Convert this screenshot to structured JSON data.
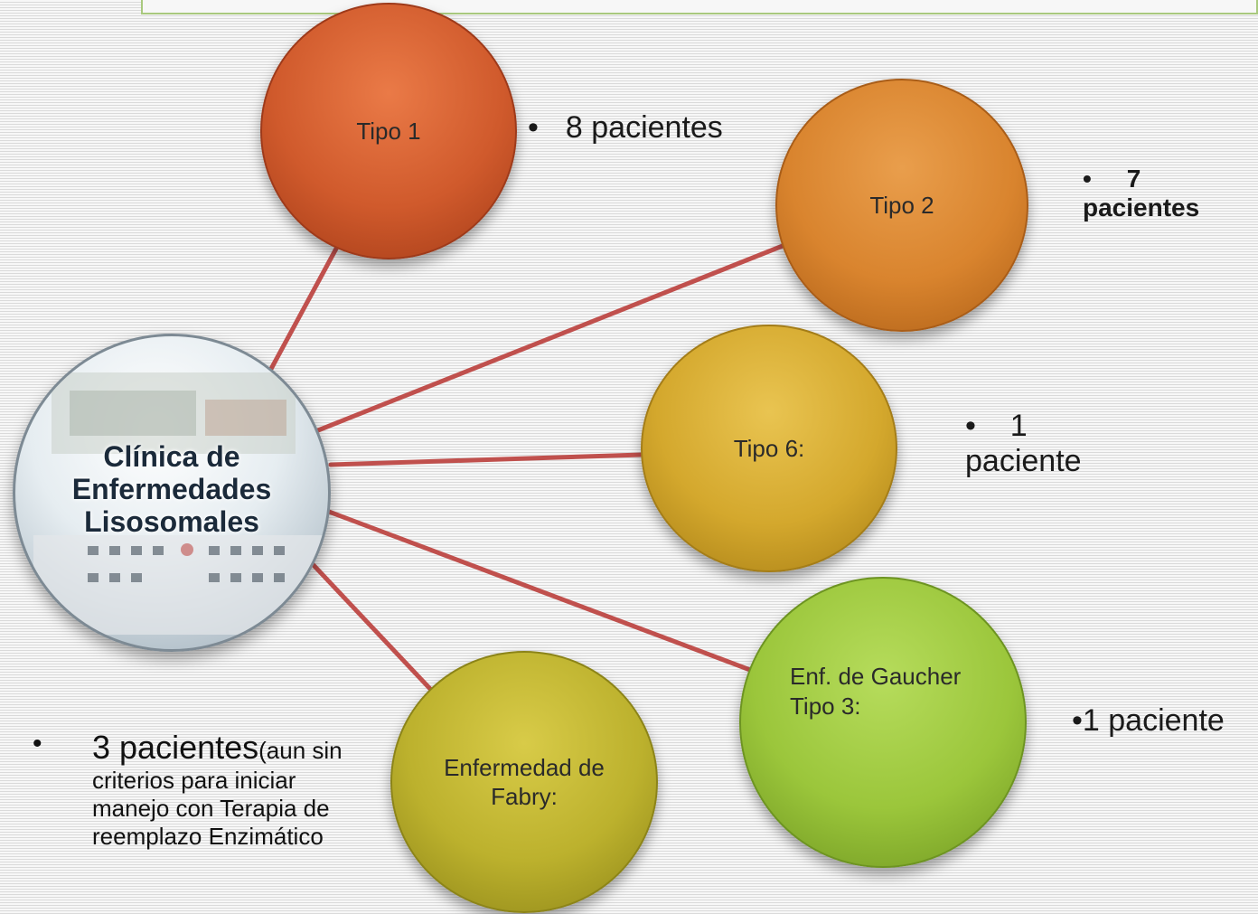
{
  "center": {
    "title": "Clínica de Enfermedades Lisosomales"
  },
  "nodes": [
    {
      "id": "tipo1",
      "label": "Tipo 1",
      "note_bullet": "•",
      "note": "8 pacientes"
    },
    {
      "id": "tipo2",
      "label": "Tipo 2",
      "note_bullet": "•",
      "note_line1": "7",
      "note_line2": "pacientes"
    },
    {
      "id": "tipo6",
      "label": "Tipo 6:",
      "note_bullet": "•",
      "note_line1": "1",
      "note_line2": "paciente"
    },
    {
      "id": "gaucher3",
      "label_line1": "Enf. de Gaucher",
      "label_line2": "Tipo 3:",
      "note": "•1 paciente"
    },
    {
      "id": "fabry",
      "label": "Enfermedad de Fabry:",
      "note_bullet": "•",
      "note_main": "3 pacientes",
      "note_detail": "(aun sin criterios para iniciar manejo con Terapia de reemplazo Enzimático"
    }
  ],
  "colors": {
    "connector": "#c0504d",
    "tipo1": "#d05a2c",
    "tipo2": "#d9842e",
    "tipo6": "#d4a82d",
    "gaucher3": "#9bc63b",
    "fabry": "#bcb12d",
    "frame": "#a9c97e"
  }
}
